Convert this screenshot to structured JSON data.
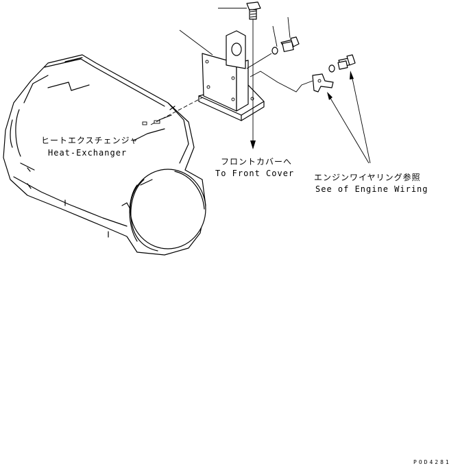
{
  "labels": {
    "heat_exchanger_jp": "ヒートエクスチェンジャ",
    "heat_exchanger_en": "Heat-Exchanger",
    "front_cover_jp": "フロントカバーへ",
    "front_cover_en": "To Front Cover",
    "engine_wiring_jp": "エンジンワイヤリング参照",
    "engine_wiring_en": "See of Engine Wiring",
    "figure_code": "POD4281"
  }
}
